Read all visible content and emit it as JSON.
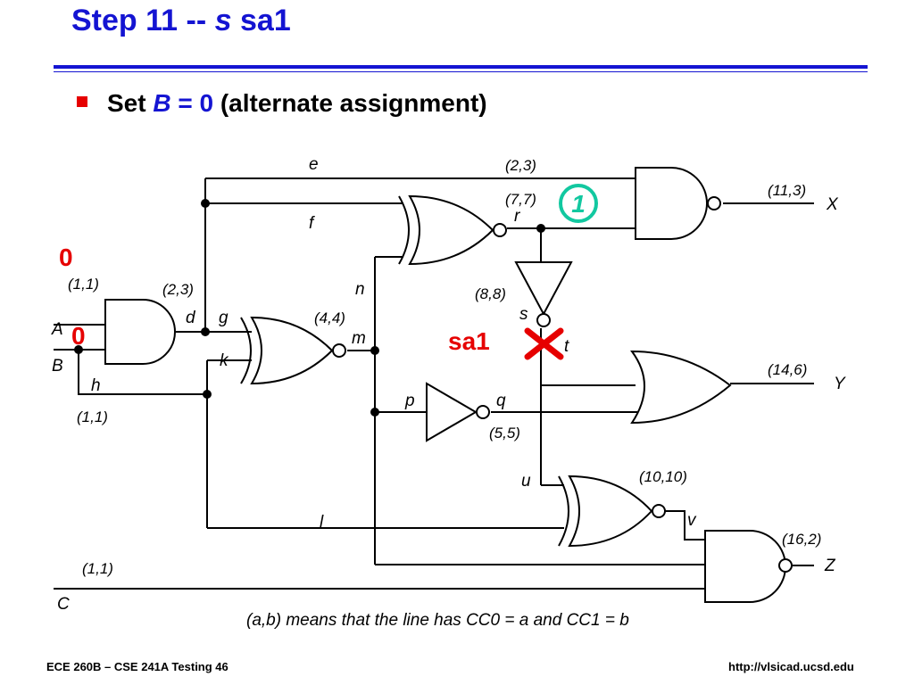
{
  "slide": {
    "title_prefix": "Step 11 --",
    "title_var": "s",
    "title_suffix": "sa1",
    "bullet_set": "Set",
    "bullet_var": "B",
    "bullet_eq": "= 0",
    "bullet_rest": "(alternate assignment)",
    "footer_left": "ECE 260B – CSE 241A Testing 46",
    "footer_right": "http://vlsicad.ucsd.edu"
  },
  "circuit": {
    "signals": {
      "e": "e",
      "f": "f",
      "d": "d",
      "g": "g",
      "h": "h",
      "k": "k",
      "n": "n",
      "m": "m",
      "p": "p",
      "q": "q",
      "r": "r",
      "s": "s",
      "t": "t",
      "u": "u",
      "v": "v",
      "l": "l"
    },
    "inputs": {
      "A": "A",
      "B": "B",
      "C": "C"
    },
    "outputs": {
      "X": "X",
      "Y": "Y",
      "Z": "Z"
    },
    "cc": {
      "e": "(2,3)",
      "r": "(7,7)",
      "x": "(11,3)",
      "a": "(1,1)",
      "d": "(2,3)",
      "m": "(4,4)",
      "s": "(8,8)",
      "y": "(14,6)",
      "b": "(1,1)",
      "q": "(5,5)",
      "v": "(10,10)",
      "z": "(16,2)",
      "c": "(1,1)"
    },
    "legend": "(a,b) means that the line has CC0 = a and CC1 = b"
  },
  "annotations": {
    "a_value": "0",
    "b_value": "0",
    "r_value": "1",
    "fault": "sa1"
  },
  "colors": {
    "title_blue": "#1414d2",
    "red": "#e60000",
    "teal": "#12c8a0",
    "line": "#000000"
  }
}
